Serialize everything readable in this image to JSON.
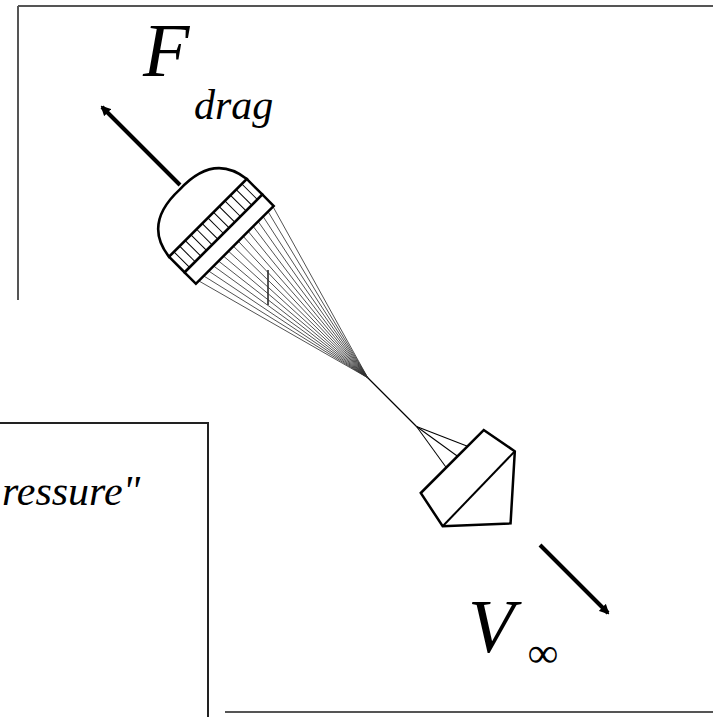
{
  "diagram": {
    "labels": [
      "F",
      "drag",
      "V",
      "∞",
      "ressure\""
    ]
  }
}
